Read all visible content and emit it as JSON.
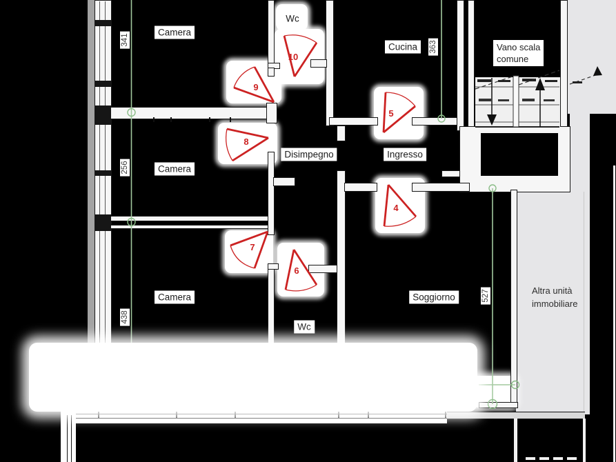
{
  "plan": {
    "rooms": {
      "camera_top": "Camera",
      "wc_top": "Wc",
      "cucina": "Cucina",
      "camera_mid": "Camera",
      "disimpegno": "Disimpegno",
      "ingresso": "Ingresso",
      "camera_bottom": "Camera",
      "soggiorno": "Soggiorno",
      "wc_bottom": "Wc"
    },
    "stairwell": {
      "label_line1": "Vano scala",
      "label_line2": "comune"
    },
    "other_unit": {
      "label_line1": "Altra unità",
      "label_line2": "immobiliare"
    },
    "dimensions": {
      "left_top": "341",
      "left_mid": "256",
      "left_bottom": "438",
      "cucina_right": "363",
      "soggiorno_right": "527"
    },
    "door_markers": {
      "m4": "4",
      "m5": "5",
      "m6": "6",
      "m7": "7",
      "m8": "8",
      "m9": "9",
      "m10": "10"
    },
    "colors": {
      "background": "#000000",
      "wall_fill": "#f6f6f6",
      "wall_line": "#161616",
      "marker_red": "#cc2222",
      "dimension_green": "#a2c89e",
      "other_unit_gray": "#e6e6e8"
    }
  }
}
